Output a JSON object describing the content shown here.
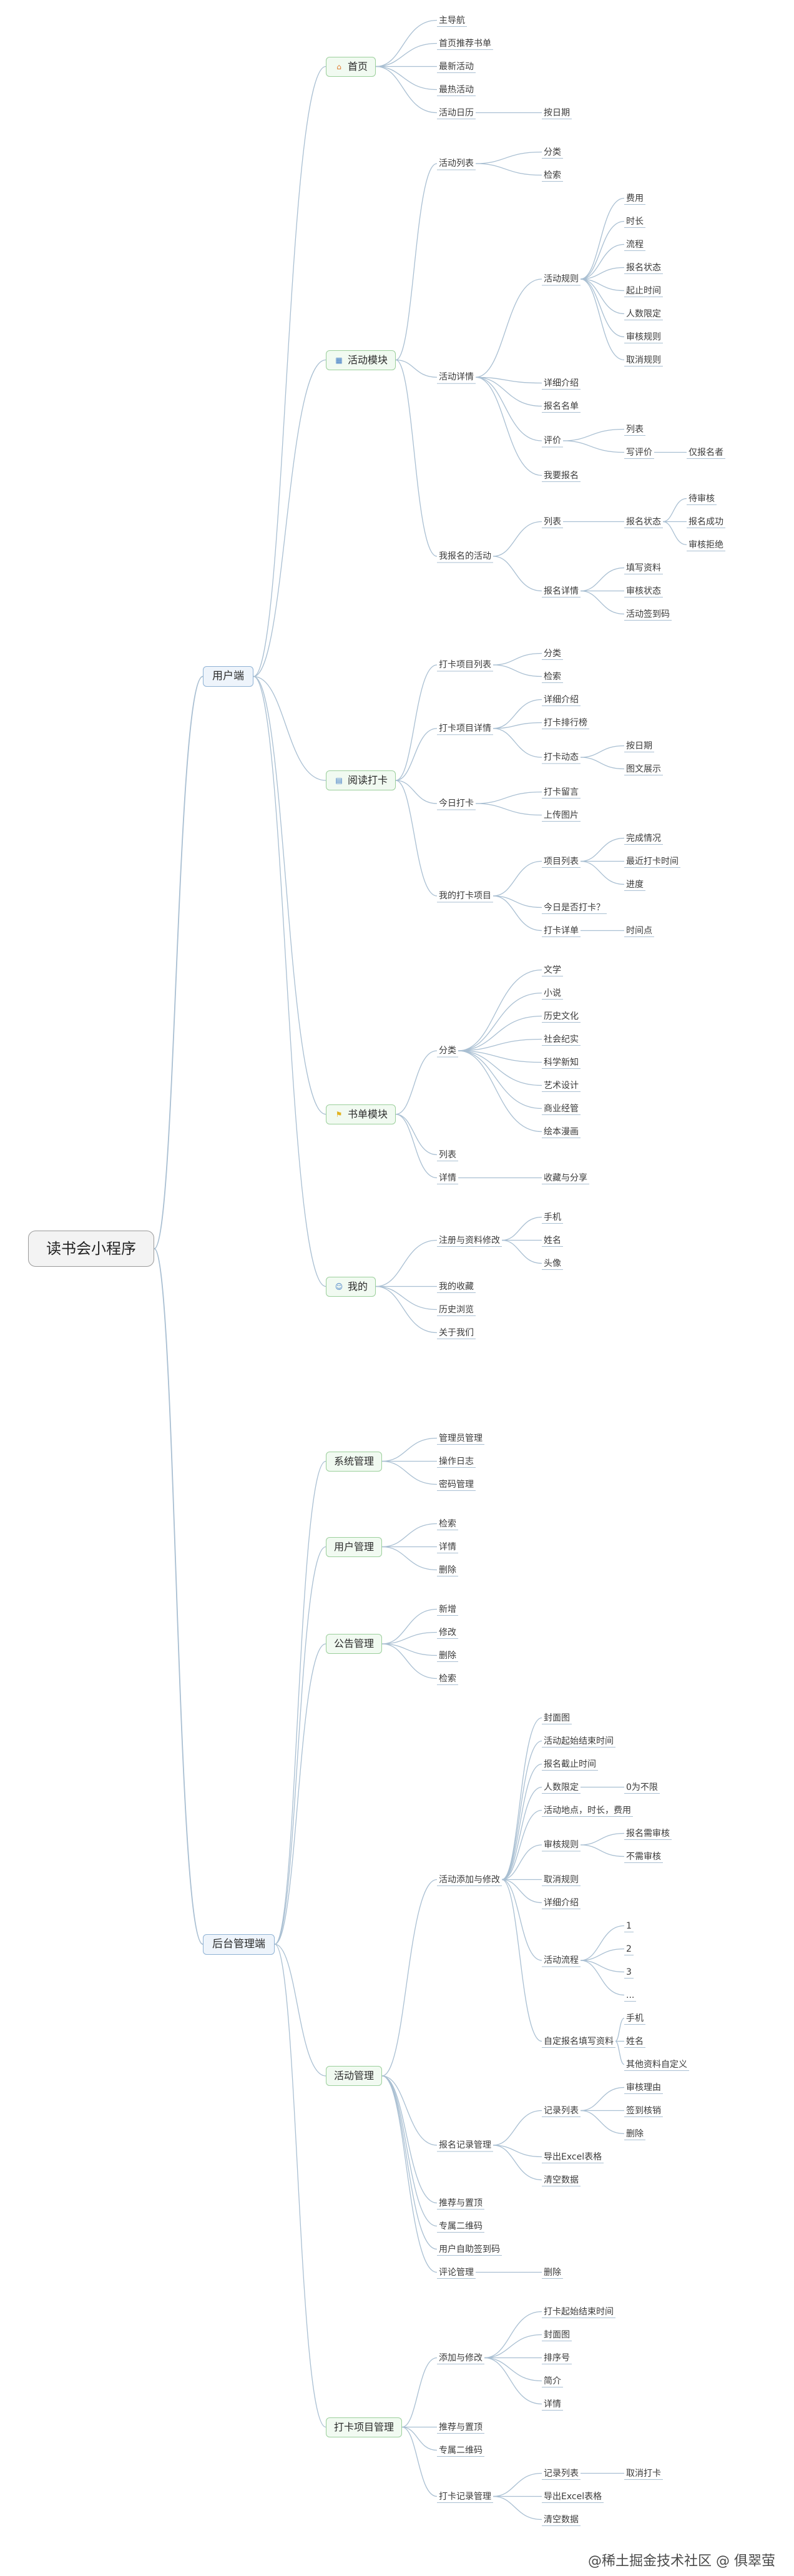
{
  "root": "读书会小程序",
  "branches": [
    {
      "label": "用户端",
      "children": [
        {
          "label": "首页",
          "icon": "home-icon",
          "children": [
            {
              "label": "主导航"
            },
            {
              "label": "首页推荐书单"
            },
            {
              "label": "最新活动"
            },
            {
              "label": "最热活动"
            },
            {
              "label": "活动日历",
              "children": [
                {
                  "label": "按日期"
                }
              ]
            }
          ]
        },
        {
          "label": "活动模块",
          "icon": "activity-icon",
          "children": [
            {
              "label": "活动列表",
              "children": [
                {
                  "label": "分类"
                },
                {
                  "label": "检索"
                }
              ]
            },
            {
              "label": "活动详情",
              "children": [
                {
                  "label": "活动规则",
                  "children": [
                    {
                      "label": "费用"
                    },
                    {
                      "label": "时长"
                    },
                    {
                      "label": "流程"
                    },
                    {
                      "label": "报名状态"
                    },
                    {
                      "label": "起止时间"
                    },
                    {
                      "label": "人数限定"
                    },
                    {
                      "label": "审核规则"
                    },
                    {
                      "label": "取消规则"
                    }
                  ]
                },
                {
                  "label": "详细介绍"
                },
                {
                  "label": "报名名单"
                },
                {
                  "label": "评价",
                  "children": [
                    {
                      "label": "列表"
                    },
                    {
                      "label": "写评价",
                      "children": [
                        {
                          "label": "仅报名者"
                        }
                      ]
                    }
                  ]
                },
                {
                  "label": "我要报名"
                }
              ]
            },
            {
              "label": "我报名的活动",
              "children": [
                {
                  "label": "列表",
                  "children": [
                    {
                      "label": "报名状态",
                      "children": [
                        {
                          "label": "待审核"
                        },
                        {
                          "label": "报名成功"
                        },
                        {
                          "label": "审核拒绝"
                        }
                      ]
                    }
                  ]
                },
                {
                  "label": "报名详情",
                  "children": [
                    {
                      "label": "填写资料"
                    },
                    {
                      "label": "审核状态"
                    },
                    {
                      "label": "活动签到码"
                    }
                  ]
                }
              ]
            }
          ]
        },
        {
          "label": "阅读打卡",
          "icon": "reading-icon",
          "children": [
            {
              "label": "打卡项目列表",
              "children": [
                {
                  "label": "分类"
                },
                {
                  "label": "检索"
                }
              ]
            },
            {
              "label": "打卡项目详情",
              "children": [
                {
                  "label": "详细介绍"
                },
                {
                  "label": "打卡排行榜"
                },
                {
                  "label": "打卡动态",
                  "children": [
                    {
                      "label": "按日期"
                    },
                    {
                      "label": "图文展示"
                    }
                  ]
                }
              ]
            },
            {
              "label": "今日打卡",
              "children": [
                {
                  "label": "打卡留言"
                },
                {
                  "label": "上传图片"
                }
              ]
            },
            {
              "label": "我的打卡项目",
              "children": [
                {
                  "label": "项目列表",
                  "children": [
                    {
                      "label": "完成情况"
                    },
                    {
                      "label": "最近打卡时间"
                    },
                    {
                      "label": "进度"
                    }
                  ]
                },
                {
                  "label": "今日是否打卡？"
                },
                {
                  "label": "打卡详单",
                  "children": [
                    {
                      "label": "时间点"
                    }
                  ]
                }
              ]
            }
          ]
        },
        {
          "label": "书单模块",
          "icon": "flag-icon",
          "children": [
            {
              "label": "分类",
              "children": [
                {
                  "label": "文学"
                },
                {
                  "label": "小说"
                },
                {
                  "label": "历史文化"
                },
                {
                  "label": "社会纪实"
                },
                {
                  "label": "科学新知"
                },
                {
                  "label": "艺术设计"
                },
                {
                  "label": "商业经管"
                },
                {
                  "label": "绘本漫画"
                }
              ]
            },
            {
              "label": "列表"
            },
            {
              "label": "详情",
              "children": [
                {
                  "label": "收藏与分享"
                }
              ]
            }
          ]
        },
        {
          "label": "我的",
          "icon": "user-icon",
          "children": [
            {
              "label": "注册与资料修改",
              "children": [
                {
                  "label": "手机"
                },
                {
                  "label": "姓名"
                },
                {
                  "label": "头像"
                }
              ]
            },
            {
              "label": "我的收藏"
            },
            {
              "label": "历史浏览"
            },
            {
              "label": "关于我们"
            }
          ]
        }
      ]
    },
    {
      "label": "后台管理端",
      "children": [
        {
          "label": "系统管理",
          "children": [
            {
              "label": "管理员管理"
            },
            {
              "label": "操作日志"
            },
            {
              "label": "密码管理"
            }
          ]
        },
        {
          "label": "用户管理",
          "children": [
            {
              "label": "检索"
            },
            {
              "label": "详情"
            },
            {
              "label": "删除"
            }
          ]
        },
        {
          "label": "公告管理",
          "children": [
            {
              "label": "新增"
            },
            {
              "label": "修改"
            },
            {
              "label": "删除"
            },
            {
              "label": "检索"
            }
          ]
        },
        {
          "label": "活动管理",
          "children": [
            {
              "label": "活动添加与修改",
              "children": [
                {
                  "label": "封面图"
                },
                {
                  "label": "活动起始结束时间"
                },
                {
                  "label": "报名截止时间"
                },
                {
                  "label": "人数限定",
                  "children": [
                    {
                      "label": "0为不限"
                    }
                  ]
                },
                {
                  "label": "活动地点，时长，费用"
                },
                {
                  "label": "审核规则",
                  "children": [
                    {
                      "label": "报名需审核"
                    },
                    {
                      "label": "不需审核"
                    }
                  ]
                },
                {
                  "label": "取消规则"
                },
                {
                  "label": "详细介绍"
                },
                {
                  "label": "活动流程",
                  "children": [
                    {
                      "label": "1"
                    },
                    {
                      "label": "2"
                    },
                    {
                      "label": "3"
                    },
                    {
                      "label": "..."
                    }
                  ]
                },
                {
                  "label": "自定报名填写资料",
                  "children": [
                    {
                      "label": "手机"
                    },
                    {
                      "label": "姓名"
                    },
                    {
                      "label": "其他资料自定义"
                    }
                  ]
                }
              ]
            },
            {
              "label": "报名记录管理",
              "children": [
                {
                  "label": "记录列表",
                  "children": [
                    {
                      "label": "审核理由"
                    },
                    {
                      "label": "签到核销"
                    },
                    {
                      "label": "删除"
                    }
                  ]
                },
                {
                  "label": "导出Excel表格"
                },
                {
                  "label": "清空数据"
                }
              ]
            },
            {
              "label": "推荐与置顶"
            },
            {
              "label": "专属二维码"
            },
            {
              "label": "用户自助签到码"
            },
            {
              "label": "评论管理",
              "children": [
                {
                  "label": "删除"
                }
              ]
            }
          ]
        },
        {
          "label": "打卡项目管理",
          "children": [
            {
              "label": "添加与修改",
              "children": [
                {
                  "label": "打卡起始结束时间"
                },
                {
                  "label": "封面图"
                },
                {
                  "label": "排序号"
                },
                {
                  "label": "简介"
                },
                {
                  "label": "详情"
                }
              ]
            },
            {
              "label": "推荐与置顶"
            },
            {
              "label": "专属二维码"
            },
            {
              "label": "打卡记录管理",
              "children": [
                {
                  "label": "记录列表",
                  "children": [
                    {
                      "label": "取消打卡"
                    }
                  ]
                },
                {
                  "label": "导出Excel表格"
                },
                {
                  "label": "清空数据"
                }
              ]
            }
          ]
        }
      ]
    }
  ],
  "watermark": "@稀土掘金技术社区 @ 俱翠萤",
  "colors": {
    "line": "#a9bfd2",
    "box_border": "#8fb2d4",
    "green_border": "#9bcf9b"
  }
}
